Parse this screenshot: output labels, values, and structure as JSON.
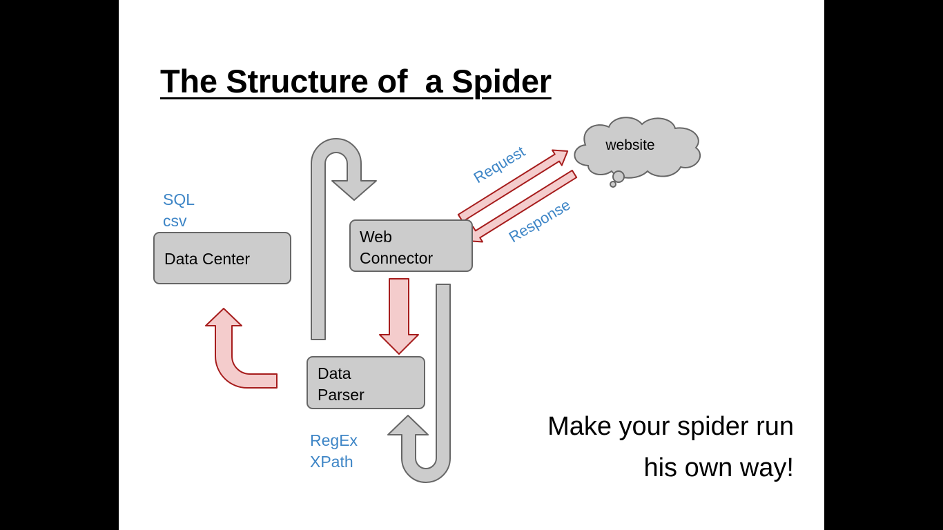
{
  "slide": {
    "title": "The Structure of  a Spider",
    "tagline": [
      "Make your spider run",
      "his own way!"
    ]
  },
  "nodes": {
    "website": "website",
    "web_connector": [
      "Web",
      "Connector"
    ],
    "data_center": "Data Center",
    "data_parser": [
      "Data",
      "Parser"
    ]
  },
  "labels": {
    "storage": [
      "SQL",
      "csv"
    ],
    "parsing": [
      "RegEx",
      "XPath"
    ],
    "request": "Request",
    "response": "Response"
  },
  "colors": {
    "box_fill": "#cccccc",
    "box_stroke": "#666666",
    "red_fill": "#f4cccc",
    "red_stroke": "#a61c1c",
    "label_blue": "#3d85c6"
  }
}
